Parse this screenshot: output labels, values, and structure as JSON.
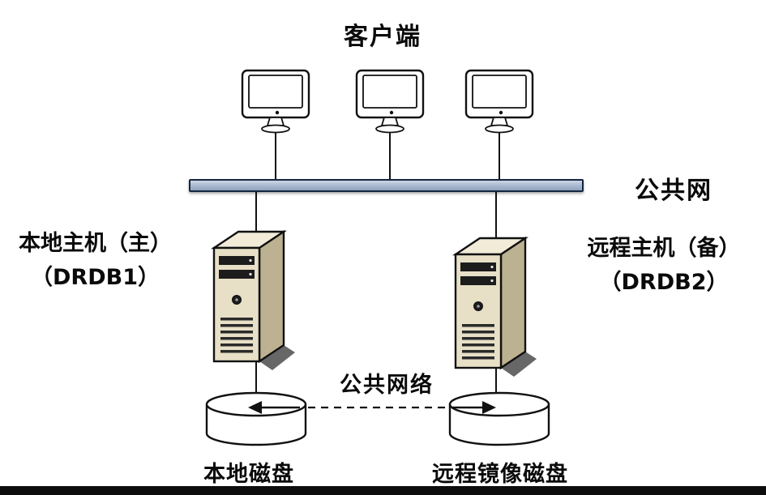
{
  "diagram": {
    "clients_title": "客户端",
    "public_net_label": "公共网",
    "left_host": {
      "line1": "本地主机（主）",
      "line2": "（DRDB1）"
    },
    "right_host": {
      "line1": "远程主机（备）",
      "line2": "（DRDB2）"
    },
    "replication_label": "公共网络",
    "left_disk_label": "本地磁盘",
    "right_disk_label": "远程镜像磁盘",
    "colors": {
      "server_front": "#e7dfc6",
      "server_side": "#bcb190",
      "server_top": "#f1ebd8",
      "bus_fill": "#aebdd2",
      "bus_border": "#152640",
      "line": "#111111"
    }
  }
}
